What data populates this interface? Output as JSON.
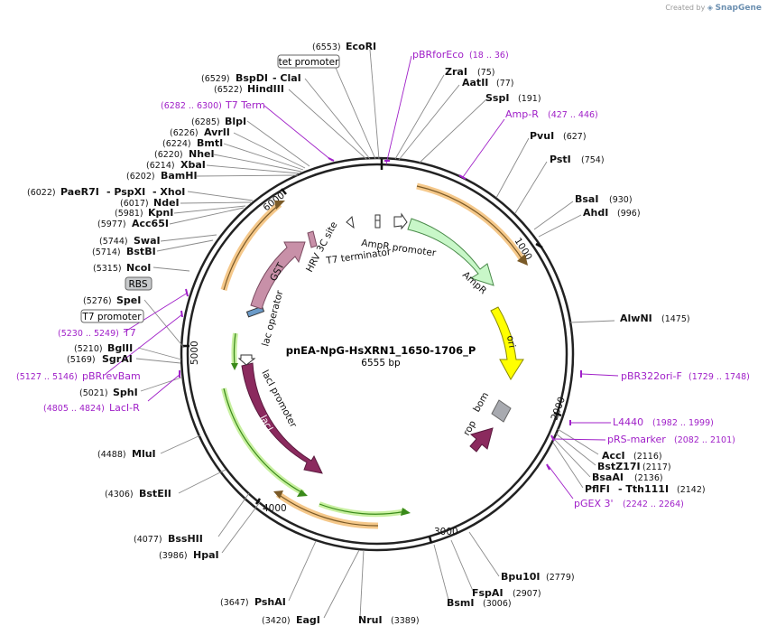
{
  "credit": {
    "prefix": "Created by",
    "brand": "SnapGene"
  },
  "plasmid": {
    "name": "pnEA-NpG-HsXRN1_1650-1706_P",
    "size": "6555 bp"
  },
  "ticks": [
    "1000",
    "2000",
    "3000",
    "4000",
    "5000",
    "6000"
  ],
  "enzymes": [
    {
      "name": "EcoRI",
      "pos": "(6553)"
    },
    {
      "name": "ZraI",
      "pos": "(75)"
    },
    {
      "name": "AatII",
      "pos": "(77)"
    },
    {
      "name": "SspI",
      "pos": "(191)"
    },
    {
      "name": "PvuI",
      "pos": "(627)"
    },
    {
      "name": "PstI",
      "pos": "(754)"
    },
    {
      "name": "BsaI",
      "pos": "(930)"
    },
    {
      "name": "AhdI",
      "pos": "(996)"
    },
    {
      "name": "AlwNI",
      "pos": "(1475)"
    },
    {
      "name": "AccI",
      "pos": "(2116)"
    },
    {
      "name": "BstZ17I",
      "pos": "(2117)"
    },
    {
      "name": "BsaAI",
      "pos": "(2136)"
    },
    {
      "name": "PflFI",
      "pos": ""
    },
    {
      "name": "- Tth111I",
      "pos": "(2142)"
    },
    {
      "name": "Bpu10I",
      "pos": "(2779)"
    },
    {
      "name": "FspAI",
      "pos": "(2907)"
    },
    {
      "name": "BsmI",
      "pos": "(3006)"
    },
    {
      "name": "NruI",
      "pos": "(3389)"
    },
    {
      "name": "EagI",
      "pos": "(3420)"
    },
    {
      "name": "PshAI",
      "pos": "(3647)"
    },
    {
      "name": "HpaI",
      "pos": "(3986)"
    },
    {
      "name": "BssHII",
      "pos": "(4077)"
    },
    {
      "name": "BstEII",
      "pos": "(4306)"
    },
    {
      "name": "MluI",
      "pos": "(4488)"
    },
    {
      "name": "SphI",
      "pos": "(5021)"
    },
    {
      "name": "SgrAI",
      "pos": "(5169)"
    },
    {
      "name": "BglII",
      "pos": "(5210)"
    },
    {
      "name": "SpeI",
      "pos": "(5276)"
    },
    {
      "name": "NcoI",
      "pos": "(5315)"
    },
    {
      "name": "BstBI",
      "pos": "(5714)"
    },
    {
      "name": "SwaI",
      "pos": "(5744)"
    },
    {
      "name": "Acc65I",
      "pos": "(5977)"
    },
    {
      "name": "KpnI",
      "pos": "(5981)"
    },
    {
      "name": "NdeI",
      "pos": "(6017)"
    },
    {
      "name": "PaeR7I",
      "pos": "(6022)"
    },
    {
      "name": "- PspXI",
      "pos": ""
    },
    {
      "name": "- XhoI",
      "pos": ""
    },
    {
      "name": "BamHI",
      "pos": "(6202)"
    },
    {
      "name": "XbaI",
      "pos": "(6214)"
    },
    {
      "name": "NheI",
      "pos": "(6220)"
    },
    {
      "name": "BmtI",
      "pos": "(6224)"
    },
    {
      "name": "AvrII",
      "pos": "(6226)"
    },
    {
      "name": "BlpI",
      "pos": "(6285)"
    },
    {
      "name": "HindIII",
      "pos": "(6522)"
    },
    {
      "name": "BspDI",
      "pos": "(6529)"
    },
    {
      "name": "- ClaI",
      "pos": ""
    }
  ],
  "primers": [
    {
      "name": "pBRforEco",
      "range": "(18 .. 36)"
    },
    {
      "name": "Amp-R",
      "range": "(427 .. 446)"
    },
    {
      "name": "pBR322ori-F",
      "range": "(1729 .. 1748)"
    },
    {
      "name": "L4440",
      "range": "(1982 .. 1999)"
    },
    {
      "name": "pRS-marker",
      "range": "(2082 .. 2101)"
    },
    {
      "name": "pGEX 3'",
      "range": "(2242 .. 2264)"
    },
    {
      "name": "LacI-R",
      "range": "(4805 .. 4824)"
    },
    {
      "name": "pBRrevBam",
      "range": "(5127 .. 5146)"
    },
    {
      "name": "T7",
      "range": "(5230 .. 5249)"
    },
    {
      "name": "T7 Term",
      "range": "(6282 .. 6300)"
    }
  ],
  "boxed_labels": [
    "tet promoter",
    "RBS",
    "T7 promoter"
  ],
  "features": {
    "ampr": "AmpR",
    "ampr_promoter": "AmpR promoter",
    "ori": "ori",
    "bom": "bom",
    "rop": "rop",
    "laci": "lacI",
    "laci_promoter": "lacI promoter",
    "lac_operator": "lac operator",
    "gst": "GST",
    "hrv": "HRV 3C site",
    "t7_terminator": "T7 terminator"
  },
  "colors": {
    "backbone": "#222222",
    "ampr": "#c8f7c8",
    "ori": "#ffff00",
    "laci": "#8b2a5e",
    "gst": "#c890a8",
    "bom": "#a8aab0",
    "rop": "#8b2a5e",
    "orf_orange": "#f5c88a",
    "orf_green": "#c8f0a0",
    "primer": "#a020c8"
  }
}
